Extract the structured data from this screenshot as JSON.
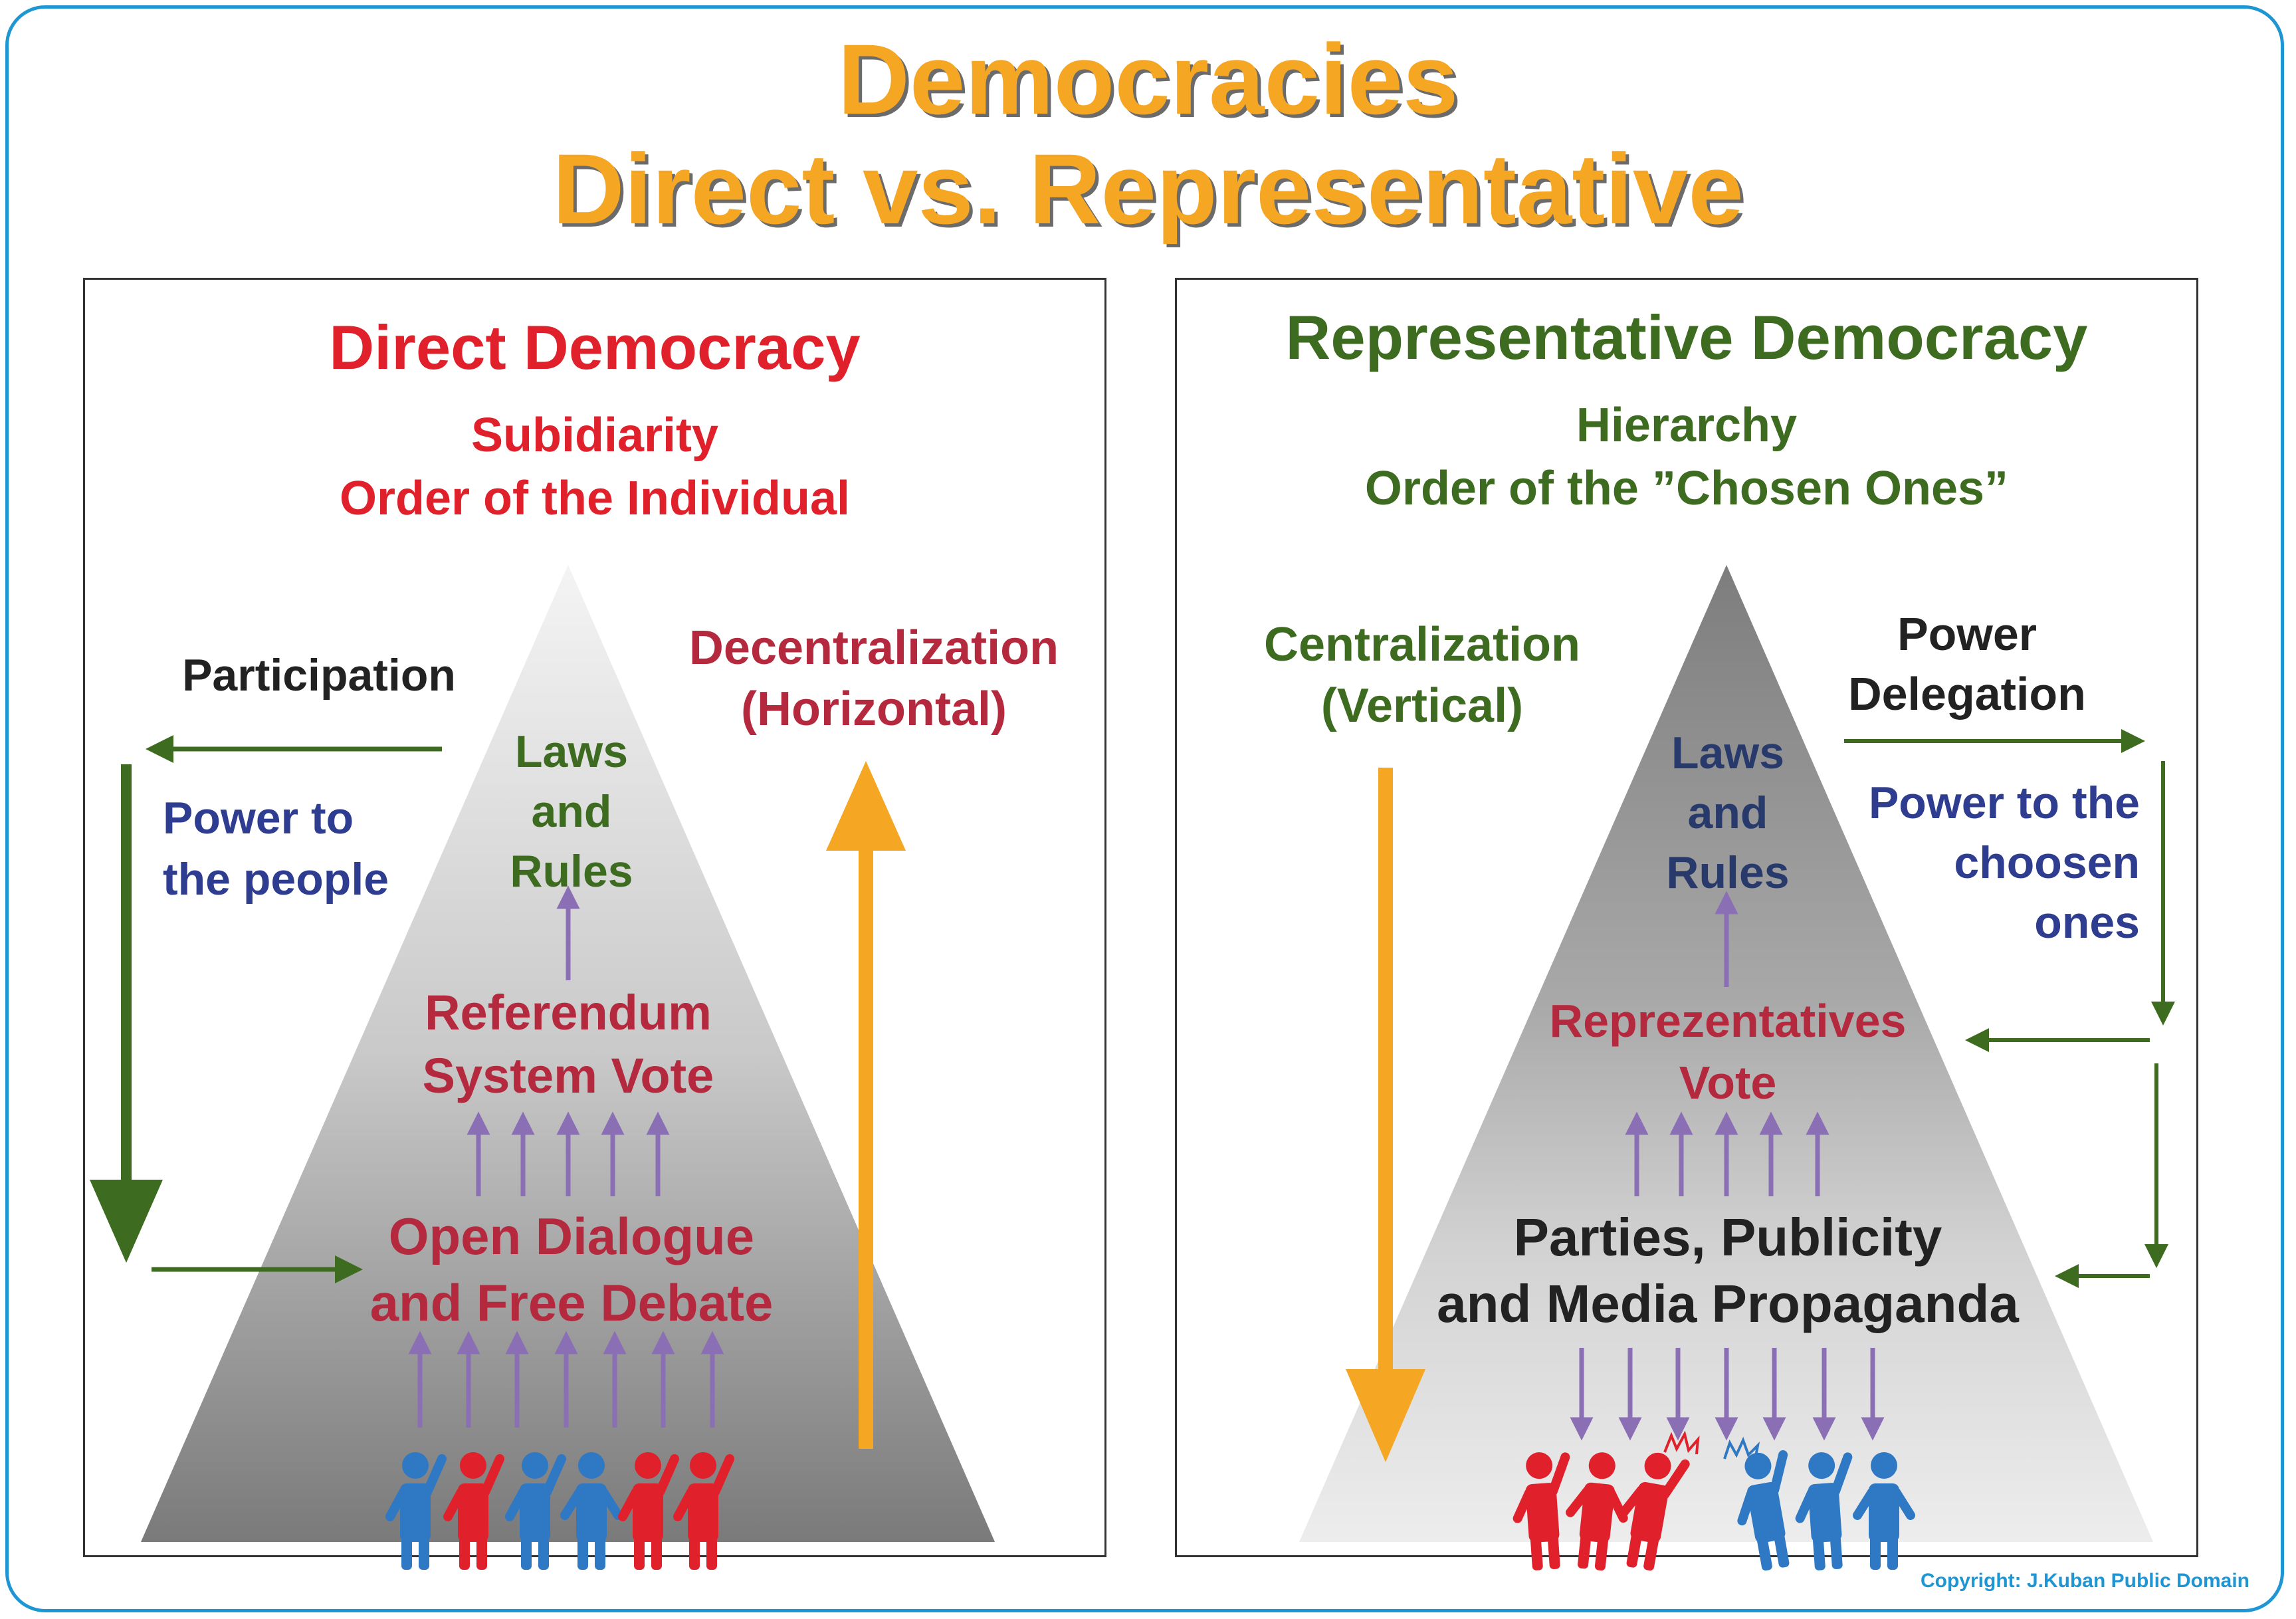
{
  "title": {
    "line1": "Democracies",
    "line2": "Direct vs. Representative"
  },
  "direct": {
    "heading": "Direct Democracy",
    "subtitle1": "Subidiarity",
    "subtitle2": "Order of the Individual",
    "participation": "Participation",
    "power_line1": "Power to",
    "power_line2": "the people",
    "decentral_line1": "Decentralization",
    "decentral_line2": "(Horizontal)",
    "laws_line1": "Laws",
    "laws_line2": "and",
    "laws_line3": "Rules",
    "referendum_line1": "Referendum",
    "referendum_line2": "System Vote",
    "dialogue_line1": "Open Dialogue",
    "dialogue_line2": "and Free Debate"
  },
  "representative": {
    "heading": "Representative Democracy",
    "subtitle1": "Hierarchy",
    "subtitle2": "Order of the ”Chosen Ones”",
    "central_line1": "Centralization",
    "central_line2": "(Vertical)",
    "delegation_line1": "Power",
    "delegation_line2": "Delegation",
    "power_line1": "Power to the",
    "power_line2": "choosen",
    "power_line3": "ones",
    "laws_line1": "Laws",
    "laws_line2": "and",
    "laws_line3": "Rules",
    "reps_line1": "Reprezentatives",
    "reps_line2": "Vote",
    "parties_line1": "Parties, Publicity",
    "parties_line2": "and Media Propaganda"
  },
  "copyright": "Copyright: J.Kuban Public Domain",
  "colors": {
    "frame": "#1f96d4",
    "title": "#f5a623",
    "orange_arrow": "#f5a623",
    "green_arrow": "#3d6b1f",
    "purple_arrow": "#8b6fb5",
    "people_red": "#e0202a",
    "people_blue": "#2f78c4"
  }
}
